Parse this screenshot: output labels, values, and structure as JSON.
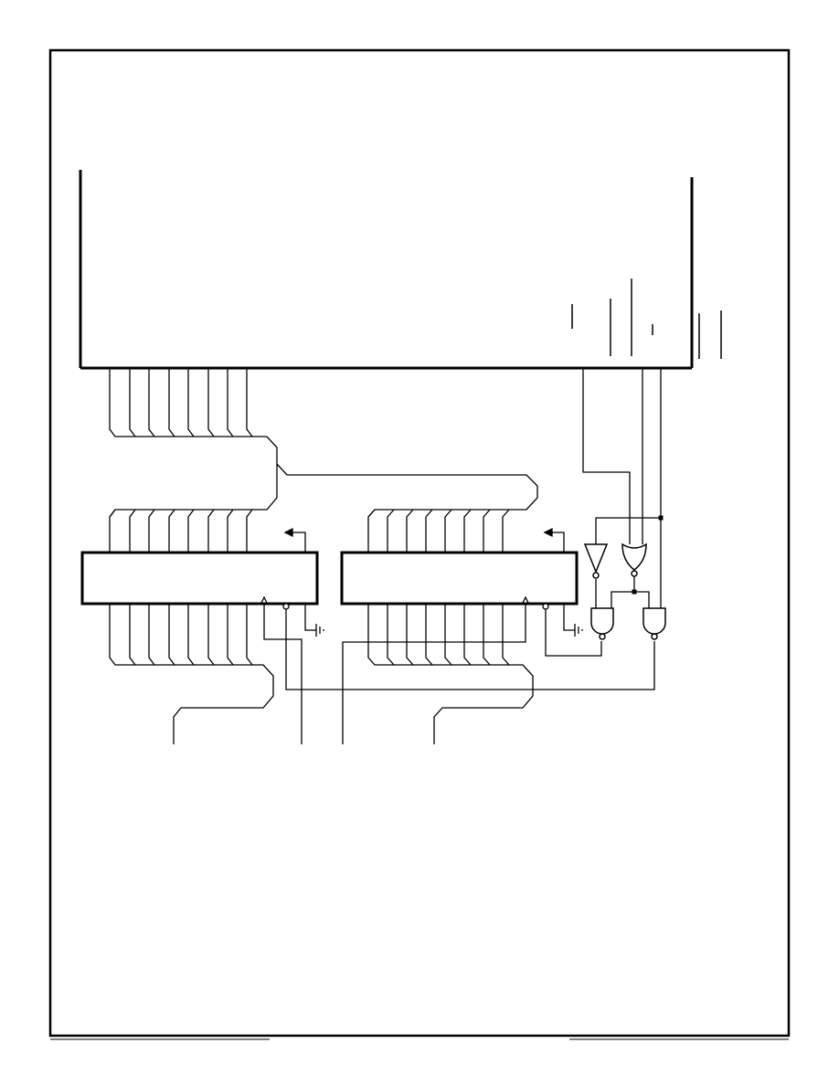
{
  "figure": {
    "type": "logic-schematic",
    "text_labels": [],
    "colors": {
      "ink": "#000000",
      "paper": "#ffffff"
    }
  },
  "components": {
    "processor_block": {
      "count": 1
    },
    "latches": {
      "count": 2,
      "data_lines_each": 8
    },
    "gates": [
      {
        "name": "inverter-gate",
        "kind": "buffer-inverter"
      },
      {
        "name": "or-gate",
        "kind": "or-inverted"
      },
      {
        "name": "and-gate-left",
        "kind": "and-inverted"
      },
      {
        "name": "and-gate-right",
        "kind": "and-inverted"
      }
    ],
    "ground_symbols": 2
  }
}
